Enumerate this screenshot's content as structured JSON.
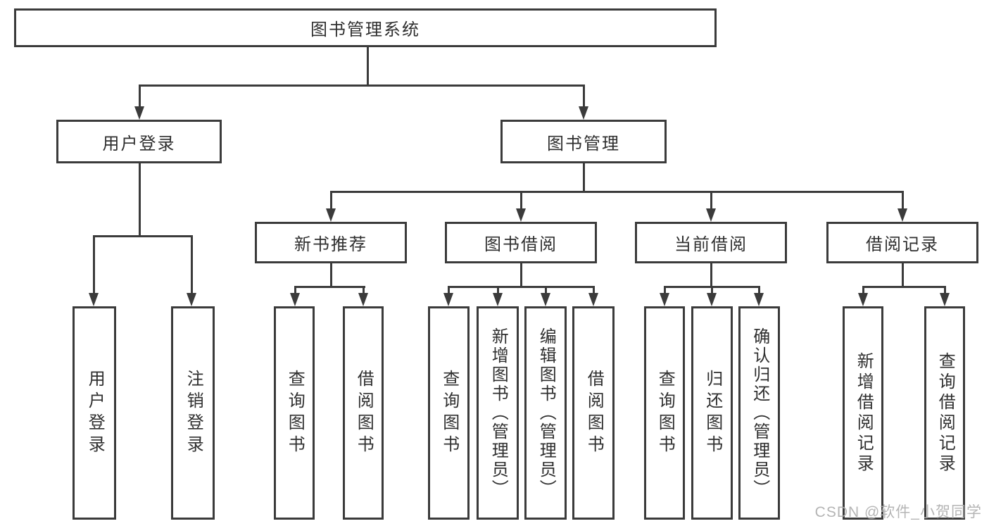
{
  "nodes": {
    "root": "图书管理系统",
    "user_login": "用户登录",
    "book_management": "图书管理",
    "new_book_recommend": "新书推荐",
    "book_borrow": "图书借阅",
    "current_borrow": "当前借阅",
    "borrow_records": "借阅记录"
  },
  "leaves": {
    "user_login": "用户登录",
    "logout": "注销登录",
    "rec_query_books": "查询图书",
    "rec_borrow_books": "借阅图书",
    "borrow_query_books": "查询图书",
    "borrow_add_books": "新增图书（管理员）",
    "borrow_edit_books": "编辑图书（管理员）",
    "borrow_borrow_books": "借阅图书",
    "cur_query_books": "查询图书",
    "cur_return_books": "归还图书",
    "cur_confirm_return": "确认归还（管理员）",
    "record_add": "新增借阅记录",
    "record_query": "查询借阅记录"
  },
  "watermark": "CSDN @软件_小贺同学",
  "colors": {
    "line": "#3b3b3b",
    "text": "#2f2f2f",
    "watermark": "#adadad",
    "background": "#ffffff"
  }
}
